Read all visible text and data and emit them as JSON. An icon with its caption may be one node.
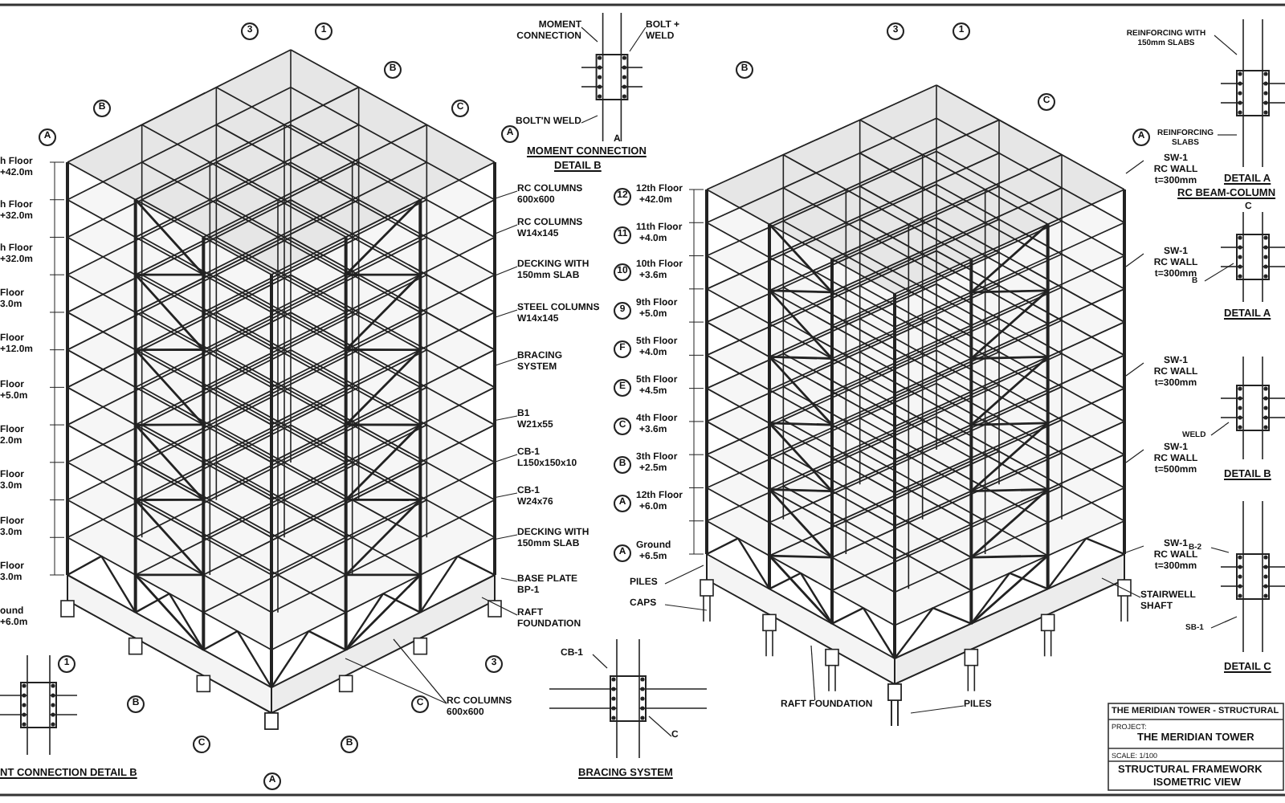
{
  "diagram": {
    "nodes": [
      {
        "text": [
          "RC COLUMNS 600x600"
        ]
      },
      {
        "text": [
          "RC COLUMNS W14x145"
        ]
      },
      {
        "text": [
          "DECKING WITH 150mm SLAB"
        ]
      },
      {
        "text": [
          "STEEL COLUMNS W14x145"
        ]
      },
      {
        "text": [
          "BRACING SYSTEM"
        ]
      },
      {
        "text": [
          "B1 W21x55"
        ]
      },
      {
        "text": [
          "CB-1 L150x150x10"
        ]
      },
      {
        "text": [
          "CB-1 W24x76"
        ]
      },
      {
        "text": [
          "DECKING WITH 150mm SLAB"
        ]
      },
      {
        "text": [
          "BASE PLATE BP-1"
        ]
      },
      {
        "text": [
          "RAFT FOUNDATION"
        ]
      },
      {
        "text": [
          "RC COLUMNS 600x600"
        ]
      },
      {
        "text": [
          "MOMENT CONNECTION"
        ]
      },
      {
        "text": [
          "BOLT'N WELD"
        ]
      },
      {
        "text": [
          "BOLT + WELD"
        ]
      },
      {
        "text": [
          "PILES"
        ]
      },
      {
        "text": [
          "CAPS"
        ]
      },
      {
        "text": [
          "RAFT FOUNDATION"
        ]
      },
      {
        "text": [
          "PILES"
        ]
      },
      {
        "text": [
          "CB-1"
        ]
      },
      {
        "text": [
          "C"
        ]
      },
      {
        "text": [
          "SW-1",
          "RC WALL t=300mm"
        ]
      },
      {
        "text": [
          "SW-1",
          "RC WALL t=300mm"
        ]
      },
      {
        "text": [
          "SW-1",
          "RC WALL t=300mm"
        ]
      },
      {
        "text": [
          "SW-1",
          "RC WALL t=500mm"
        ]
      },
      {
        "text": [
          "SW-1",
          "RC WALL t=300mm"
        ]
      },
      {
        "text": [
          "STAIRWELL SHAFT"
        ]
      },
      {
        "text": [
          "REINFORCING WITH 150mm SLABS"
        ]
      },
      {
        "text": [
          "REINFORCING SLABS"
        ]
      },
      {
        "text": [
          "B"
        ]
      },
      {
        "text": [
          "WELD"
        ]
      },
      {
        "text": [
          "B-2"
        ]
      },
      {
        "text": [
          "SB-1"
        ]
      }
    ],
    "edges": [
      {
        "from": 0,
        "to": null,
        "arrow": "none"
      },
      {
        "from": 1,
        "to": null,
        "arrow": "none"
      },
      {
        "from": 2,
        "to": null,
        "arrow": "none"
      },
      {
        "from": 3,
        "to": null,
        "arrow": "none"
      },
      {
        "from": 4,
        "to": null,
        "arrow": "none"
      },
      {
        "from": 5,
        "to": null,
        "arrow": "none"
      },
      {
        "from": 6,
        "to": null,
        "arrow": "none"
      },
      {
        "from": 7,
        "to": null,
        "arrow": "none"
      },
      {
        "from": 8,
        "to": null,
        "arrow": "none"
      },
      {
        "from": 9,
        "to": null,
        "arrow": "none"
      },
      {
        "from": 10,
        "to": null,
        "arrow": "none"
      },
      {
        "from": 11,
        "to": null,
        "arrow": "none"
      },
      {
        "from": 11,
        "to": null,
        "arrow": "none"
      },
      {
        "from": 12,
        "to": null,
        "arrow": "none"
      },
      {
        "from": 13,
        "to": null,
        "arrow": "none"
      },
      {
        "from": 14,
        "to": null,
        "arrow": "none"
      },
      {
        "from": 15,
        "to": null,
        "arrow": "none"
      },
      {
        "from": 16,
        "to": null,
        "arrow": "none"
      },
      {
        "from": 17,
        "to": null,
        "arrow": "none"
      },
      {
        "from": 18,
        "to": null,
        "arrow": "none"
      },
      {
        "from": 19,
        "to": null,
        "arrow": "none"
      },
      {
        "from": 20,
        "to": null,
        "arrow": "none"
      },
      {
        "from": 21,
        "to": null,
        "arrow": "none"
      },
      {
        "from": 22,
        "to": null,
        "arrow": "none"
      },
      {
        "from": 23,
        "to": null,
        "arrow": "none"
      },
      {
        "from": 24,
        "to": null,
        "arrow": "none"
      },
      {
        "from": 25,
        "to": null,
        "arrow": "none"
      },
      {
        "from": 26,
        "to": null,
        "arrow": "none"
      },
      {
        "from": 27,
        "to": null,
        "arrow": "none"
      },
      {
        "from": 28,
        "to": null,
        "arrow": "none"
      },
      {
        "from": 29,
        "to": null,
        "arrow": "none"
      },
      {
        "from": 30,
        "to": null,
        "arrow": "none"
      },
      {
        "from": 31,
        "to": null,
        "arrow": "none"
      },
      {
        "from": 32,
        "to": null,
        "arrow": "none"
      }
    ],
    "labels": [
      "h Floor",
      "+42.0m",
      "h Floor",
      "+32.0m",
      "h Floor",
      "+32.0m",
      "Floor",
      "3.0m",
      "Floor",
      "+12.0m",
      "Floor",
      "+5.0m",
      "Floor",
      "2.0m",
      "Floor",
      "3.0m",
      "Floor",
      "3.0m",
      "Floor",
      "3.0m",
      "ound",
      "+6.0m",
      "3",
      "1",
      "B",
      "A",
      "B",
      "C",
      "A",
      "1",
      "B",
      "C",
      "A",
      "B",
      "C",
      "3",
      "A",
      "MOMENT CONNECTION",
      "DETAIL B",
      "12",
      "12th Floor",
      "+42.0m",
      "11",
      "11th Floor",
      "+4.0m",
      "10",
      "10th Floor",
      "+3.6m",
      "9",
      "9th Floor",
      "+5.0m",
      "F",
      "5th Floor",
      "+4.0m",
      "E",
      "5th Floor",
      "+4.5m",
      "C",
      "4th Floor",
      "+3.6m",
      "B",
      "3th Floor",
      "+2.5m",
      "A",
      "12th Floor",
      "+6.0m",
      "A",
      "Ground",
      "+6.5m",
      "3",
      "1",
      "B",
      "C",
      "A",
      "BRACING SYSTEM",
      "NT CONNECTION DETAIL B",
      "DETAIL A",
      "RC BEAM-COLUMN",
      "C",
      "DETAIL A",
      "DETAIL B",
      "DETAIL C",
      "THE MERIDIAN TOWER - STRUCTURAL",
      "PROJECT:",
      "THE MERIDIAN TOWER",
      "SCALE: 1/100",
      "STRUCTURAL FRAMEWORK",
      "ISOMETRIC VIEW"
    ]
  }
}
